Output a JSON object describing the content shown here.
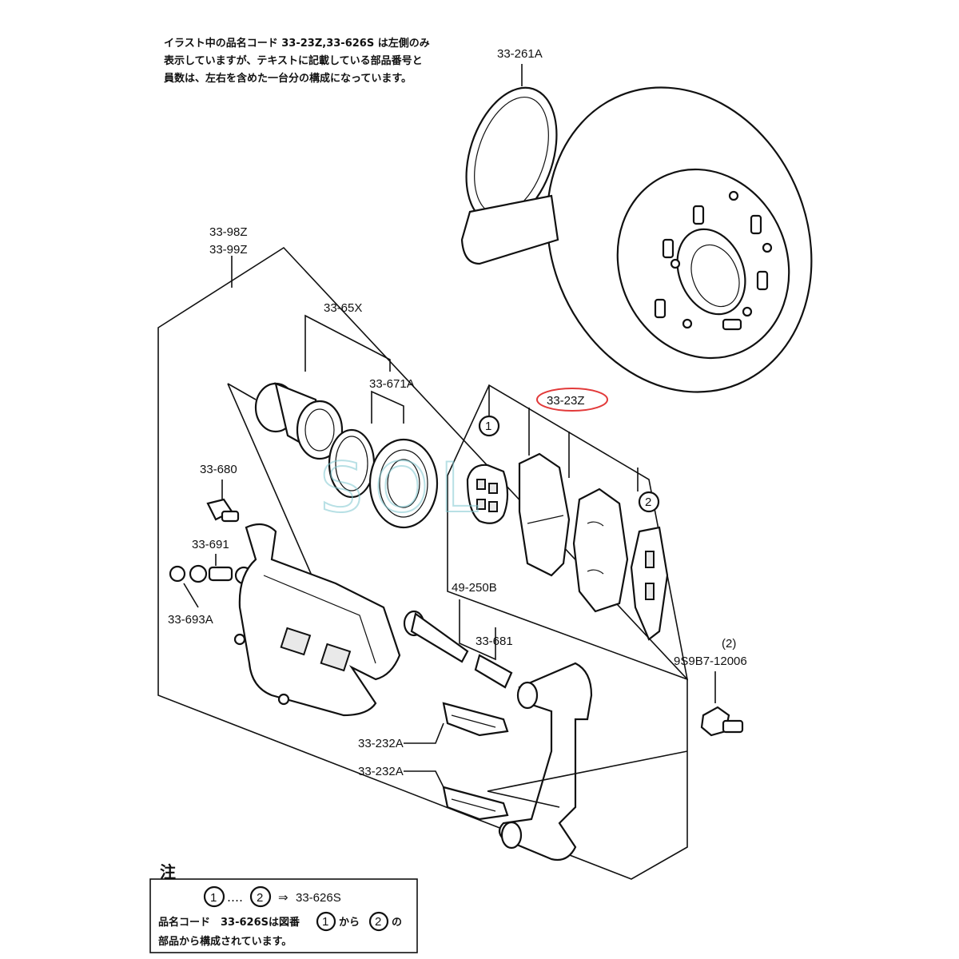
{
  "note_top": {
    "line1": "イラスト中の品名コード 33-23Z,33-626S は左側のみ",
    "line2": "表示していますが、テキストに記載している部品番号と",
    "line3": "員数は、左右を含めた一台分の構成になっています。"
  },
  "labels": {
    "rotor_dust_shield": "33-261A",
    "caliper_a": "33-98Z",
    "caliper_b": "33-99Z",
    "piston_kit": "33-65X",
    "piston_seal": "33-671A",
    "pad_set": "33-23Z",
    "bleeder": "33-680",
    "guide_pin_bolt": "33-691",
    "guide_bushing": "33-693A",
    "boot": "49-250B",
    "guide_pin": "33-681",
    "clip_upper": "33-232A",
    "clip_lower": "33-232A",
    "bracket_bolt": "9S9B7-12006",
    "bracket_bolt_qty": "(2)",
    "circle_1": "1",
    "circle_2": "2"
  },
  "note_box": {
    "title": "注",
    "range_from": "1",
    "dots": "‥‥",
    "range_to": "2",
    "arrow": "⇒",
    "range_code": "33-626S",
    "line2_a": "品名コード　33-626Sは図番",
    "line2_b": "から",
    "line2_c": "の",
    "line3": "部品から構成されています。"
  },
  "watermark": "SOL",
  "highlight_color": "#e23a3a",
  "watermark_color": "#7fc8d0"
}
